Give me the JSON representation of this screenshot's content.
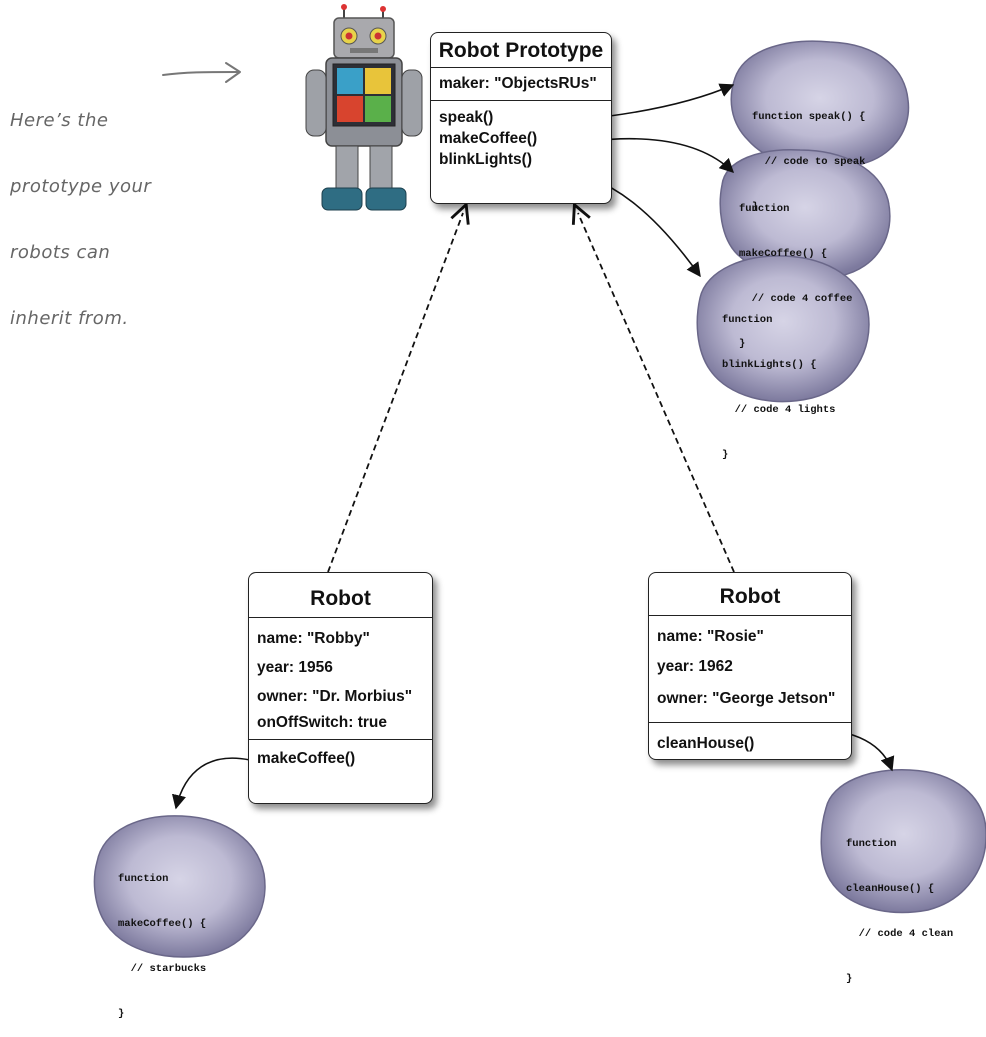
{
  "annotation": {
    "lines": [
      "Here’s the",
      "prototype your",
      "robots can",
      "inherit from."
    ]
  },
  "prototype": {
    "title": "Robot Prototype",
    "properties": [
      "maker: \"ObjectsRUs\""
    ],
    "methods": [
      "speak()",
      "makeCoffee()",
      "blinkLights()"
    ]
  },
  "robot_robby": {
    "title": "Robot",
    "properties": [
      "name: \"Robby\"",
      "year: 1956",
      "owner: \"Dr. Morbius\"",
      "onOffSwitch: true"
    ],
    "methods": [
      "makeCoffee()"
    ]
  },
  "robot_rosie": {
    "title": "Robot",
    "properties": [
      "name: \"Rosie\"",
      "year: 1962",
      "owner: \"George Jetson\""
    ],
    "methods": [
      "cleanHouse()"
    ]
  },
  "functions": {
    "speak": [
      "function speak() {",
      "  // code to speak",
      "}"
    ],
    "make_coffee": [
      "function",
      "makeCoffee() {",
      "  // code 4 coffee",
      "}"
    ],
    "blink_lights": [
      "function",
      "blinkLights() {",
      "  // code 4 lights",
      "}"
    ],
    "robby_make_coffee": [
      "function",
      "makeCoffee() {",
      "  // starbucks",
      "}"
    ],
    "clean_house": [
      "function",
      "cleanHouse() {",
      "  // code 4 clean",
      "}"
    ]
  },
  "colors": {
    "blob_fill": "#8a87a8",
    "blob_center": "#c9c7dc",
    "annotation": "#666666"
  }
}
